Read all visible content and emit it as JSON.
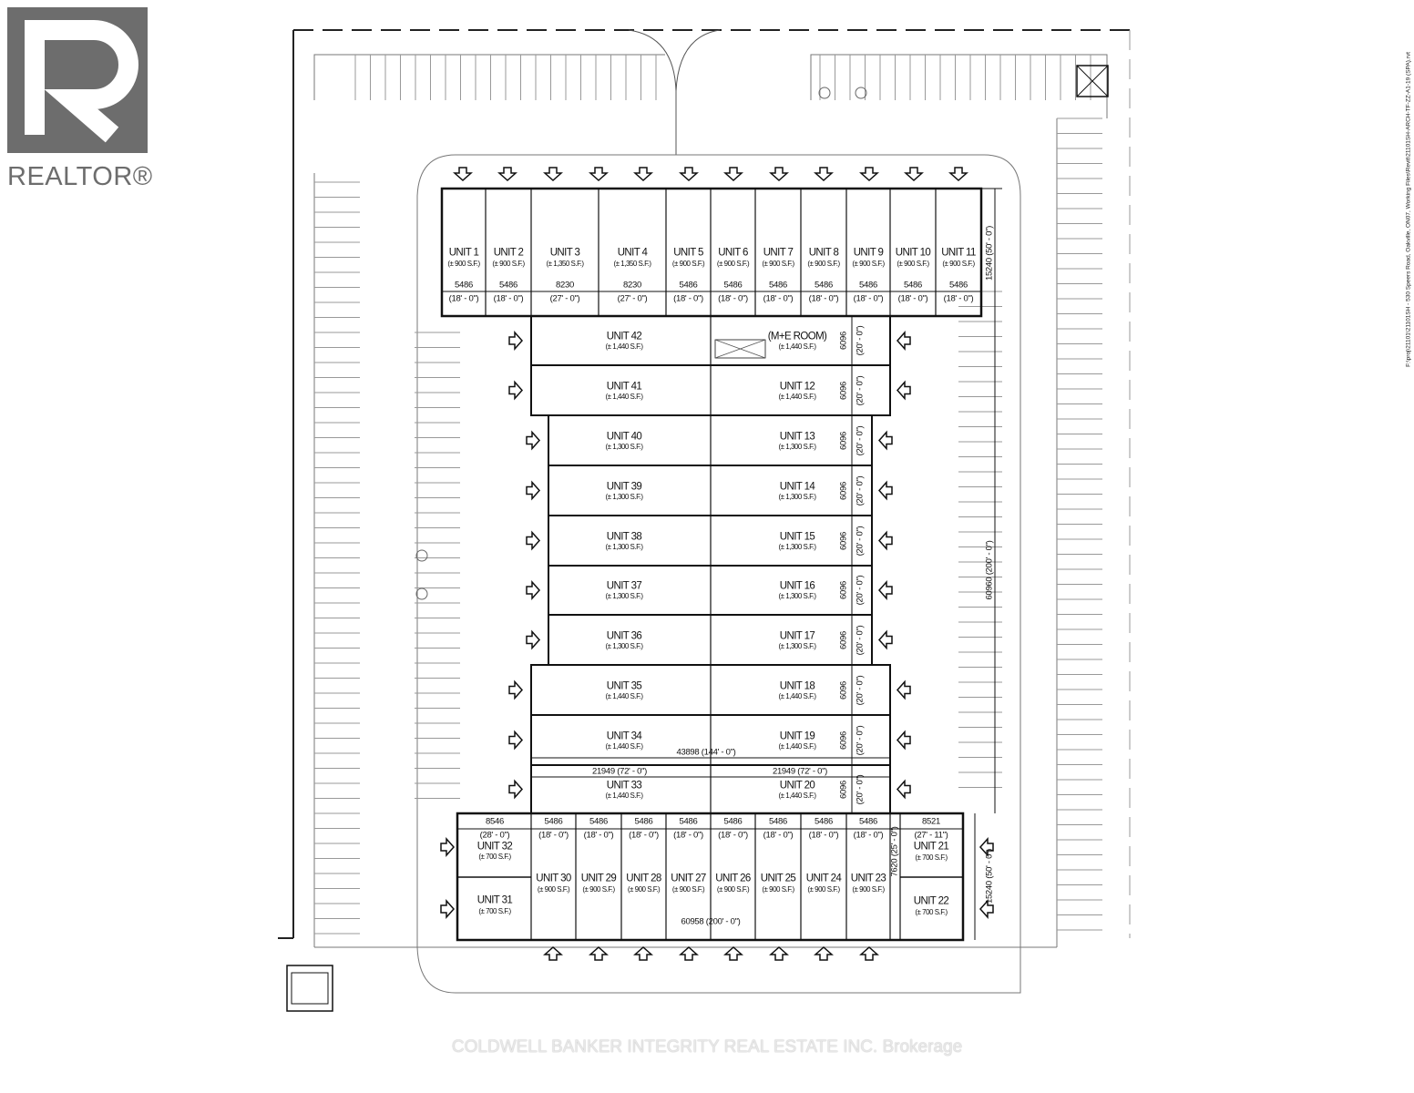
{
  "branding": {
    "logo_text": "REALTOR®",
    "watermark": "COLDWELL BANKER INTEGRITY REAL ESTATE INC. Brokerage",
    "file_path": "F:\\proj\\21101\\21101SH - 530 Speers Road, Oakville, ON07, Working Files\\Revit\\21101SH-ARCH-TF-ZZ-A1-19 (SPA).rvt"
  },
  "top_units": [
    {
      "name": "UNIT 1",
      "area": "(± 900 S.F.)",
      "mm": "5486",
      "ft": "(18' - 0\")"
    },
    {
      "name": "UNIT 2",
      "area": "(± 900 S.F.)",
      "mm": "5486",
      "ft": "(18' - 0\")"
    },
    {
      "name": "UNIT 3",
      "area": "(± 1,350 S.F.)",
      "mm": "8230",
      "ft": "(27' - 0\")"
    },
    {
      "name": "UNIT 4",
      "area": "(± 1,350 S.F.)",
      "mm": "8230",
      "ft": "(27' - 0\")"
    },
    {
      "name": "UNIT 5",
      "area": "(± 900 S.F.)",
      "mm": "5486",
      "ft": "(18' - 0\")"
    },
    {
      "name": "UNIT 6",
      "area": "(± 900 S.F.)",
      "mm": "5486",
      "ft": "(18' - 0\")"
    },
    {
      "name": "UNIT 7",
      "area": "(± 900 S.F.)",
      "mm": "5486",
      "ft": "(18' - 0\")"
    },
    {
      "name": "UNIT 8",
      "area": "(± 900 S.F.)",
      "mm": "5486",
      "ft": "(18' - 0\")"
    },
    {
      "name": "UNIT 9",
      "area": "(± 900 S.F.)",
      "mm": "5486",
      "ft": "(18' - 0\")"
    },
    {
      "name": "UNIT 10",
      "area": "(± 900 S.F.)",
      "mm": "5486",
      "ft": "(18' - 0\")"
    },
    {
      "name": "UNIT 11",
      "area": "(± 900 S.F.)",
      "mm": "5486",
      "ft": "(18' - 0\")"
    }
  ],
  "middle_rows": [
    {
      "left": {
        "name": "UNIT 42",
        "area": "(± 1,440 S.F.)"
      },
      "right": {
        "name": "(M+E ROOM)",
        "area": "(± 1,440 S.F.)"
      },
      "mm": "6096",
      "ft": "(20' - 0\")"
    },
    {
      "left": {
        "name": "UNIT 41",
        "area": "(± 1,440 S.F.)"
      },
      "right": {
        "name": "UNIT 12",
        "area": "(± 1,440 S.F.)"
      },
      "mm": "6096",
      "ft": "(20' - 0\")"
    },
    {
      "left": {
        "name": "UNIT 40",
        "area": "(± 1,300 S.F.)"
      },
      "right": {
        "name": "UNIT 13",
        "area": "(± 1,300 S.F.)"
      },
      "mm": "6096",
      "ft": "(20' - 0\")"
    },
    {
      "left": {
        "name": "UNIT 39",
        "area": "(± 1,300 S.F.)"
      },
      "right": {
        "name": "UNIT 14",
        "area": "(± 1,300 S.F.)"
      },
      "mm": "6096",
      "ft": "(20' - 0\")"
    },
    {
      "left": {
        "name": "UNIT 38",
        "area": "(± 1,300 S.F.)"
      },
      "right": {
        "name": "UNIT 15",
        "area": "(± 1,300 S.F.)"
      },
      "mm": "6096",
      "ft": "(20' - 0\")"
    },
    {
      "left": {
        "name": "UNIT 37",
        "area": "(± 1,300 S.F.)"
      },
      "right": {
        "name": "UNIT 16",
        "area": "(± 1,300 S.F.)"
      },
      "mm": "6096",
      "ft": "(20' - 0\")"
    },
    {
      "left": {
        "name": "UNIT 36",
        "area": "(± 1,300 S.F.)"
      },
      "right": {
        "name": "UNIT 17",
        "area": "(± 1,300 S.F.)"
      },
      "mm": "6096",
      "ft": "(20' - 0\")"
    },
    {
      "left": {
        "name": "UNIT 35",
        "area": "(± 1,440 S.F.)"
      },
      "right": {
        "name": "UNIT 18",
        "area": "(± 1,440 S.F.)"
      },
      "mm": "6096",
      "ft": "(20' - 0\")"
    },
    {
      "left": {
        "name": "UNIT 34",
        "area": "(± 1,440 S.F.)"
      },
      "right": {
        "name": "UNIT 19",
        "area": "(± 1,440 S.F.)"
      },
      "mm": "6096",
      "ft": "(20' - 0\")"
    },
    {
      "left": {
        "name": "UNIT 33",
        "area": "(± 1,440 S.F.)"
      },
      "right": {
        "name": "UNIT 20",
        "area": "(± 1,440 S.F.)"
      },
      "mm": "6096",
      "ft": "(20' - 0\")"
    }
  ],
  "bottom_units": [
    {
      "name": "UNIT 30",
      "area": "(± 900 S.F.)",
      "mm": "5486",
      "ft": "(18' - 0\")"
    },
    {
      "name": "UNIT 29",
      "area": "(± 900 S.F.)",
      "mm": "5486",
      "ft": "(18' - 0\")"
    },
    {
      "name": "UNIT 28",
      "area": "(± 900 S.F.)",
      "mm": "5486",
      "ft": "(18' - 0\")"
    },
    {
      "name": "UNIT 27",
      "area": "(± 900 S.F.)",
      "mm": "5486",
      "ft": "(18' - 0\")"
    },
    {
      "name": "UNIT 26",
      "area": "(± 900 S.F.)",
      "mm": "5486",
      "ft": "(18' - 0\")"
    },
    {
      "name": "UNIT 25",
      "area": "(± 900 S.F.)",
      "mm": "5486",
      "ft": "(18' - 0\")"
    },
    {
      "name": "UNIT 24",
      "area": "(± 900 S.F.)",
      "mm": "5486",
      "ft": "(18' - 0\")"
    },
    {
      "name": "UNIT 23",
      "area": "(± 900 S.F.)",
      "mm": "5486",
      "ft": "(18' - 0\")"
    }
  ],
  "corner_units": {
    "left_mm": "8546",
    "left_ft": "(28' - 0\")",
    "unit32": {
      "name": "UNIT 32",
      "area": "(± 700 S.F.)"
    },
    "unit31": {
      "name": "UNIT 31",
      "area": "(± 700 S.F.)"
    },
    "right_mm": "8521",
    "right_ft": "(27' - 11\")",
    "unit21": {
      "name": "UNIT 21",
      "area": "(± 700 S.F.)"
    },
    "unit22": {
      "name": "UNIT 22",
      "area": "(± 700 S.F.)"
    },
    "side_dim": "7620 (25' - 0\")"
  },
  "overall_dims": {
    "top_depth": "15240 (50' - 0\")",
    "bottom_depth": "15240 (50' - 0\")",
    "total_length": "60960 (200' - 0\")",
    "middle_width": "43898 (144' - 0\")",
    "half_left": "21949 (72' - 0\")",
    "half_right": "21949 (72' - 0\")",
    "bottom_width": "60958 (200' - 0\")"
  }
}
